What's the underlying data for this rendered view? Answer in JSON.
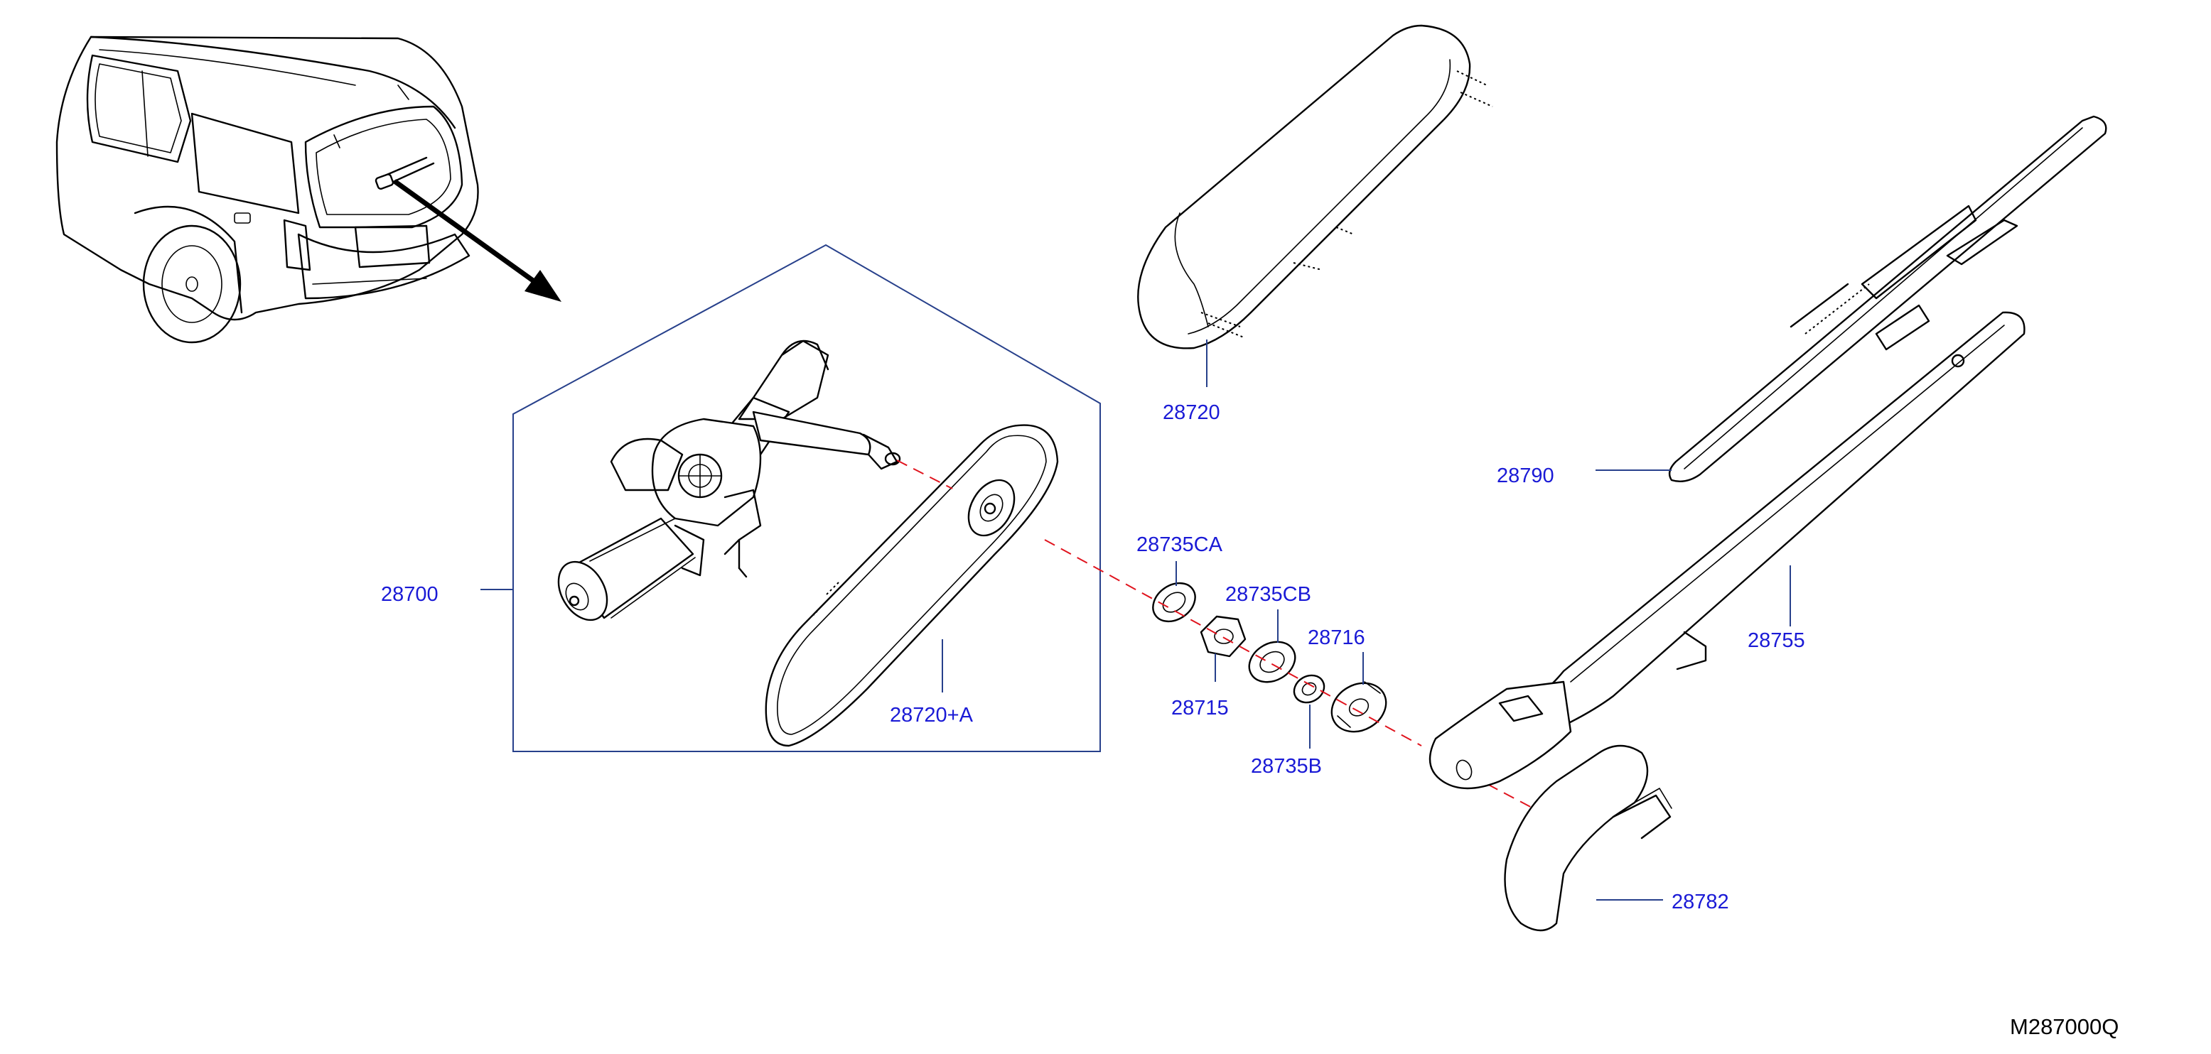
{
  "diagram": {
    "callouts": [
      {
        "id": "28720",
        "text": "28720"
      },
      {
        "id": "28790",
        "text": "28790"
      },
      {
        "id": "28700",
        "text": "28700"
      },
      {
        "id": "28735CA",
        "text": "28735CA"
      },
      {
        "id": "28735CB",
        "text": "28735CB"
      },
      {
        "id": "28716",
        "text": "28716"
      },
      {
        "id": "28755",
        "text": "28755"
      },
      {
        "id": "28715",
        "text": "28715"
      },
      {
        "id": "28720A",
        "text": "28720+A"
      },
      {
        "id": "28735B",
        "text": "28735B"
      },
      {
        "id": "28782",
        "text": "28782"
      }
    ],
    "diagram_code": "M287000Q"
  },
  "colors": {
    "callout_text": "#1a1ad6",
    "leader_line": "#27408b",
    "center_axis": "#e0141e",
    "outline": "#000000"
  }
}
